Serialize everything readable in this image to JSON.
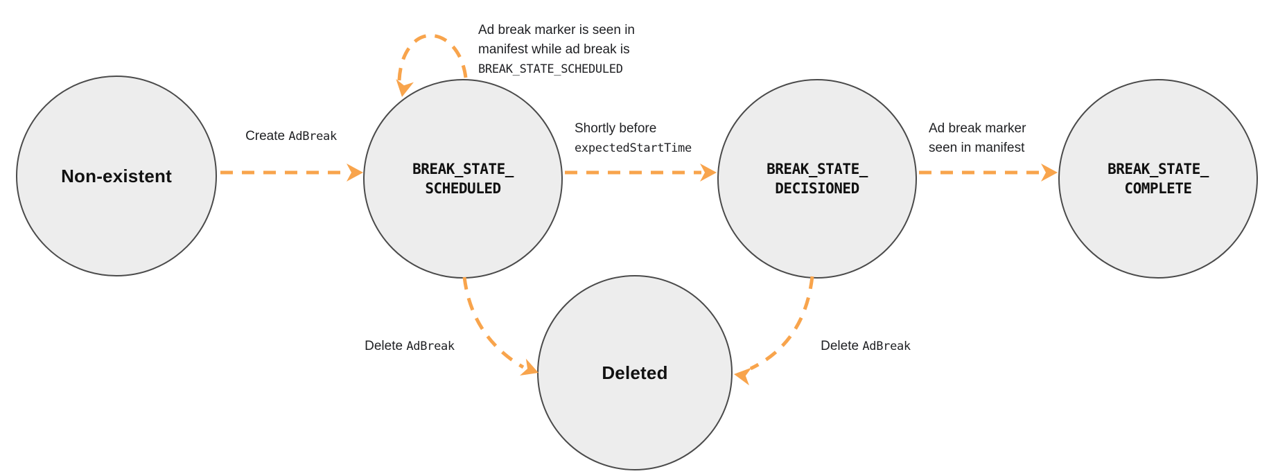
{
  "colors": {
    "arrow": "#F8A44C",
    "node_fill": "#EDEDED",
    "node_border": "#4A4A4A",
    "label_text": "#202124",
    "state_text": "#111111",
    "background": "#FFFFFF"
  },
  "states": [
    {
      "name": "non-existent",
      "label": "Non-existent",
      "font": "sans"
    },
    {
      "name": "break-state-scheduled",
      "lines": [
        "BREAK_STATE_",
        "SCHEDULED"
      ],
      "font": "mono"
    },
    {
      "name": "break-state-decisioned",
      "lines": [
        "BREAK_STATE_",
        "DECISIONED"
      ],
      "font": "mono"
    },
    {
      "name": "break-state-complete",
      "lines": [
        "BREAK_STATE_",
        "COMPLETE"
      ],
      "font": "mono"
    },
    {
      "name": "deleted",
      "label": "Deleted",
      "font": "sans"
    }
  ],
  "transitions": [
    {
      "name": "create-adbreak",
      "from": "Non-existent",
      "to": "BREAK_STATE_SCHEDULED",
      "lines": [
        [
          {
            "font": "sans",
            "text": "Create "
          },
          {
            "font": "mono",
            "text": "AdBreak"
          }
        ]
      ]
    },
    {
      "name": "ad-break-marker-seen-while-scheduled",
      "from": "BREAK_STATE_SCHEDULED",
      "to": "BREAK_STATE_SCHEDULED",
      "lines": [
        [
          {
            "font": "sans",
            "text": "Ad break marker is seen in"
          }
        ],
        [
          {
            "font": "sans",
            "text": "manifest while ad break is"
          }
        ],
        [
          {
            "font": "mono",
            "text": "BREAK_STATE_SCHEDULED"
          }
        ]
      ]
    },
    {
      "name": "shortly-before-expected-start-time",
      "from": "BREAK_STATE_SCHEDULED",
      "to": "BREAK_STATE_DECISIONED",
      "lines": [
        [
          {
            "font": "sans",
            "text": "Shortly before"
          }
        ],
        [
          {
            "font": "mono",
            "text": "expectedStartTime"
          }
        ]
      ]
    },
    {
      "name": "ad-break-marker-seen-in-manifest",
      "from": "BREAK_STATE_DECISIONED",
      "to": "BREAK_STATE_COMPLETE",
      "lines": [
        [
          {
            "font": "sans",
            "text": "Ad break marker"
          }
        ],
        [
          {
            "font": "sans",
            "text": "seen in manifest"
          }
        ]
      ]
    },
    {
      "name": "delete-adbreak-from-scheduled",
      "from": "BREAK_STATE_SCHEDULED",
      "to": "Deleted",
      "lines": [
        [
          {
            "font": "sans",
            "text": "Delete "
          },
          {
            "font": "mono",
            "text": "AdBreak"
          }
        ]
      ]
    },
    {
      "name": "delete-adbreak-from-decisioned",
      "from": "BREAK_STATE_DECISIONED",
      "to": "Deleted",
      "lines": [
        [
          {
            "font": "sans",
            "text": "Delete "
          },
          {
            "font": "mono",
            "text": "AdBreak"
          }
        ]
      ]
    }
  ]
}
